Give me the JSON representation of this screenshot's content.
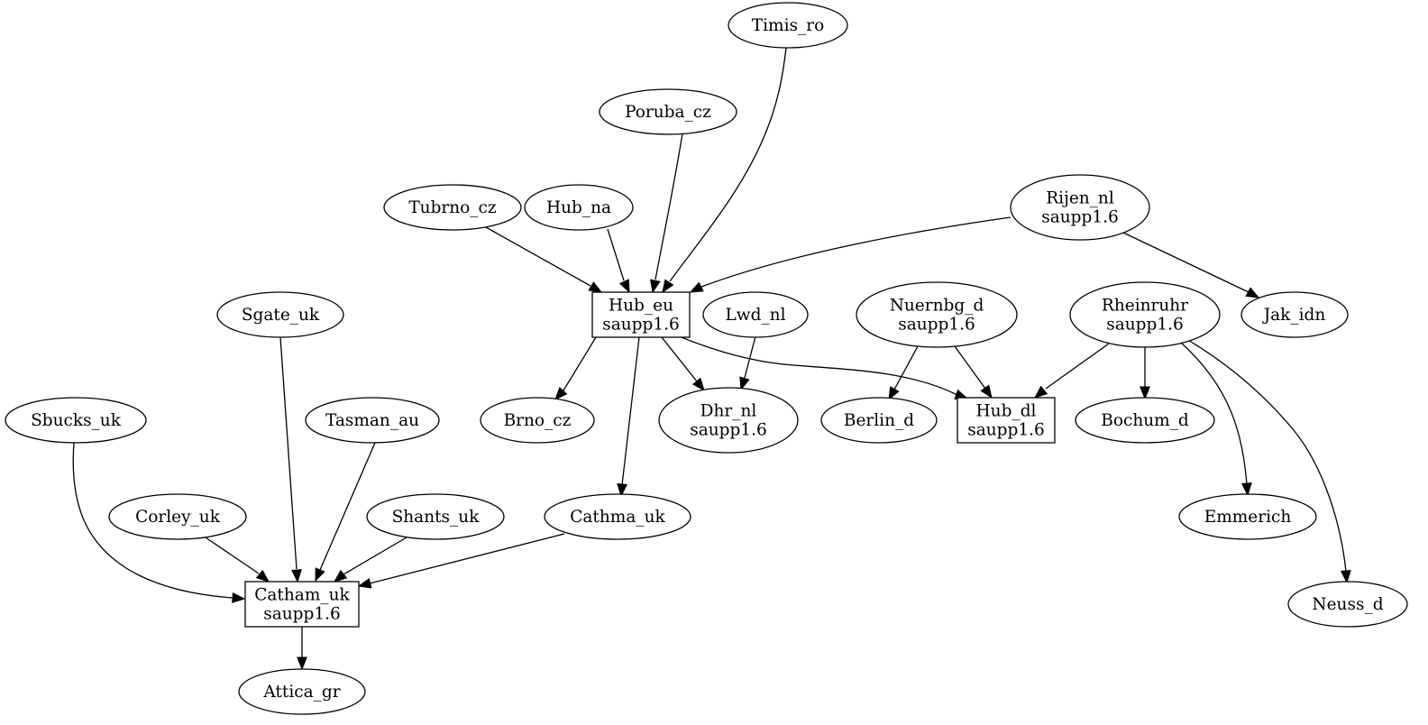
{
  "nodes": [
    {
      "id": "timis_ro",
      "lines": [
        "Timis_ro"
      ],
      "shape": "ellipse"
    },
    {
      "id": "poruba_cz",
      "lines": [
        "Poruba_cz"
      ],
      "shape": "ellipse"
    },
    {
      "id": "tubrno_cz",
      "lines": [
        "Tubrno_cz"
      ],
      "shape": "ellipse"
    },
    {
      "id": "hub_na",
      "lines": [
        "Hub_na"
      ],
      "shape": "ellipse"
    },
    {
      "id": "rijen_nl",
      "lines": [
        "Rijen_nl",
        "saupp1.6"
      ],
      "shape": "ellipse"
    },
    {
      "id": "sgate_uk",
      "lines": [
        "Sgate_uk"
      ],
      "shape": "ellipse"
    },
    {
      "id": "hub_eu",
      "lines": [
        "Hub_eu",
        "saupp1.6"
      ],
      "shape": "box"
    },
    {
      "id": "lwd_nl",
      "lines": [
        "Lwd_nl"
      ],
      "shape": "ellipse"
    },
    {
      "id": "nuernbg_d",
      "lines": [
        "Nuernbg_d",
        "saupp1.6"
      ],
      "shape": "ellipse"
    },
    {
      "id": "rheinruhr",
      "lines": [
        "Rheinruhr",
        "saupp1.6"
      ],
      "shape": "ellipse"
    },
    {
      "id": "jak_idn",
      "lines": [
        "Jak_idn"
      ],
      "shape": "ellipse"
    },
    {
      "id": "sbucks_uk",
      "lines": [
        "Sbucks_uk"
      ],
      "shape": "ellipse"
    },
    {
      "id": "tasman_au",
      "lines": [
        "Tasman_au"
      ],
      "shape": "ellipse"
    },
    {
      "id": "brno_cz",
      "lines": [
        "Brno_cz"
      ],
      "shape": "ellipse"
    },
    {
      "id": "dhr_nl",
      "lines": [
        "Dhr_nl",
        "saupp1.6"
      ],
      "shape": "ellipse"
    },
    {
      "id": "berlin_d",
      "lines": [
        "Berlin_d"
      ],
      "shape": "ellipse"
    },
    {
      "id": "hub_dl",
      "lines": [
        "Hub_dl",
        "saupp1.6"
      ],
      "shape": "box"
    },
    {
      "id": "bochum_d",
      "lines": [
        "Bochum_d"
      ],
      "shape": "ellipse"
    },
    {
      "id": "corley_uk",
      "lines": [
        "Corley_uk"
      ],
      "shape": "ellipse"
    },
    {
      "id": "shants_uk",
      "lines": [
        "Shants_uk"
      ],
      "shape": "ellipse"
    },
    {
      "id": "cathma_uk",
      "lines": [
        "Cathma_uk"
      ],
      "shape": "ellipse"
    },
    {
      "id": "emmerich",
      "lines": [
        "Emmerich"
      ],
      "shape": "ellipse"
    },
    {
      "id": "catham_uk",
      "lines": [
        "Catham_uk",
        "saupp1.6"
      ],
      "shape": "box"
    },
    {
      "id": "neuss_d",
      "lines": [
        "Neuss_d"
      ],
      "shape": "ellipse"
    },
    {
      "id": "attica_gr",
      "lines": [
        "Attica_gr"
      ],
      "shape": "ellipse"
    }
  ],
  "edges": [
    {
      "from": "timis_ro",
      "to": "hub_eu"
    },
    {
      "from": "poruba_cz",
      "to": "hub_eu"
    },
    {
      "from": "tubrno_cz",
      "to": "hub_eu"
    },
    {
      "from": "hub_na",
      "to": "hub_eu"
    },
    {
      "from": "rijen_nl",
      "to": "hub_eu"
    },
    {
      "from": "rijen_nl",
      "to": "jak_idn"
    },
    {
      "from": "hub_eu",
      "to": "brno_cz"
    },
    {
      "from": "hub_eu",
      "to": "dhr_nl"
    },
    {
      "from": "hub_eu",
      "to": "hub_dl"
    },
    {
      "from": "hub_eu",
      "to": "cathma_uk"
    },
    {
      "from": "lwd_nl",
      "to": "dhr_nl"
    },
    {
      "from": "nuernbg_d",
      "to": "berlin_d"
    },
    {
      "from": "nuernbg_d",
      "to": "hub_dl"
    },
    {
      "from": "rheinruhr",
      "to": "hub_dl"
    },
    {
      "from": "rheinruhr",
      "to": "bochum_d"
    },
    {
      "from": "rheinruhr",
      "to": "emmerich"
    },
    {
      "from": "rheinruhr",
      "to": "neuss_d"
    },
    {
      "from": "sgate_uk",
      "to": "catham_uk"
    },
    {
      "from": "sbucks_uk",
      "to": "catham_uk"
    },
    {
      "from": "tasman_au",
      "to": "catham_uk"
    },
    {
      "from": "corley_uk",
      "to": "catham_uk"
    },
    {
      "from": "shants_uk",
      "to": "catham_uk"
    },
    {
      "from": "cathma_uk",
      "to": "catham_uk"
    },
    {
      "from": "catham_uk",
      "to": "attica_gr"
    }
  ]
}
